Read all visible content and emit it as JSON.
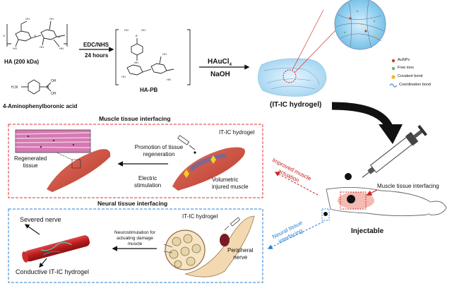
{
  "synthesis": {
    "ha_label": "HA (200 kDa)",
    "apba_label": "4-Aminophenylboronic  acid",
    "step1_reagent": "EDC/NHS",
    "step1_time": "24 hours",
    "intermediate_label": "HA-PB",
    "step2_reagent": "HAuCl",
    "step2_reagent_sub": "4",
    "step2_base": "NaOH",
    "product_label": "(IT-IC hydrogel)"
  },
  "legend": {
    "items": [
      {
        "label": "AuNPs",
        "color": "#b84a1e"
      },
      {
        "label": "Free ions",
        "color": "#66b566"
      },
      {
        "label": "Covalent bond",
        "color": "#f2b81e"
      },
      {
        "label": "Coordination bond",
        "color": "#5a8ac0"
      }
    ]
  },
  "muscle_panel": {
    "title": "Muscle tissue interfacing",
    "border_color": "#e03030",
    "hydrogel_label": "IT-IC hydrogel",
    "promotion_line1": "Promotion of tissue",
    "promotion_line2": "regeneration",
    "regenerated_line1": "Regenerated",
    "regenerated_line2": "tissue",
    "electric_line1": "Electric",
    "electric_line2": "stimulation",
    "volumetric_line1": "Volumetric",
    "volumetric_line2": "injured muscle"
  },
  "neural_panel": {
    "title": "Neural tissue interfacing",
    "border_color": "#2a7fd0",
    "severed_label": "Severed nerve",
    "neuro_line1": "Neurostimulation for",
    "neuro_line2": "actuating damage",
    "neuro_line3": "muscle",
    "hydrogel_label": "IT-IC hydrogel",
    "peripheral_line1": "Peripheral",
    "peripheral_line2": "nerve",
    "conductive_label": "Conductive IT-IC hydrogel"
  },
  "right_side": {
    "improved_line1": "Improved muscle",
    "improved_line2": "actuation",
    "neural_arrow_line1": "Neural tissue",
    "neural_arrow_line2": "interfacing",
    "muscle_interfacing_label": "Muscle tissue interfacing",
    "injectable_label": "Injectable"
  }
}
